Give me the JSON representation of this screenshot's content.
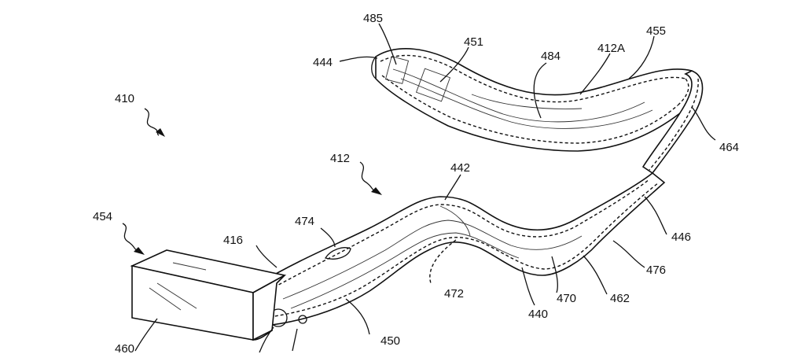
{
  "figure": {
    "labels": {
      "l485": "485",
      "l451": "451",
      "l455": "455",
      "l444": "444",
      "l484": "484",
      "l412A": "412A",
      "l410": "410",
      "l464": "464",
      "l412": "412",
      "l442": "442",
      "l454": "454",
      "l474": "474",
      "l416": "416",
      "l446": "446",
      "l476": "476",
      "l472": "472",
      "l470": "470",
      "l462": "462",
      "l440": "440",
      "l450": "450",
      "l460": "460"
    }
  }
}
